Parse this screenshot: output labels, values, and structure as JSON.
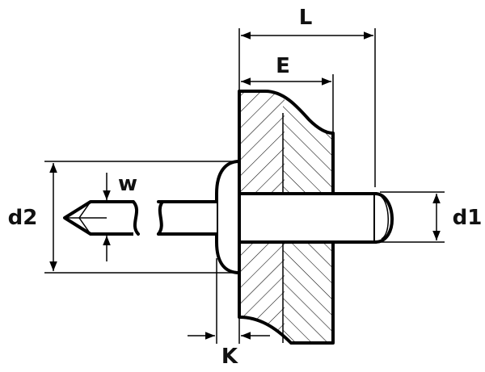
{
  "labels": {
    "L": "L",
    "E": "E",
    "d2": "d2",
    "d1": "d1",
    "w": "w",
    "K": "K"
  },
  "colors": {
    "line": "#000000",
    "background": "#ffffff"
  }
}
